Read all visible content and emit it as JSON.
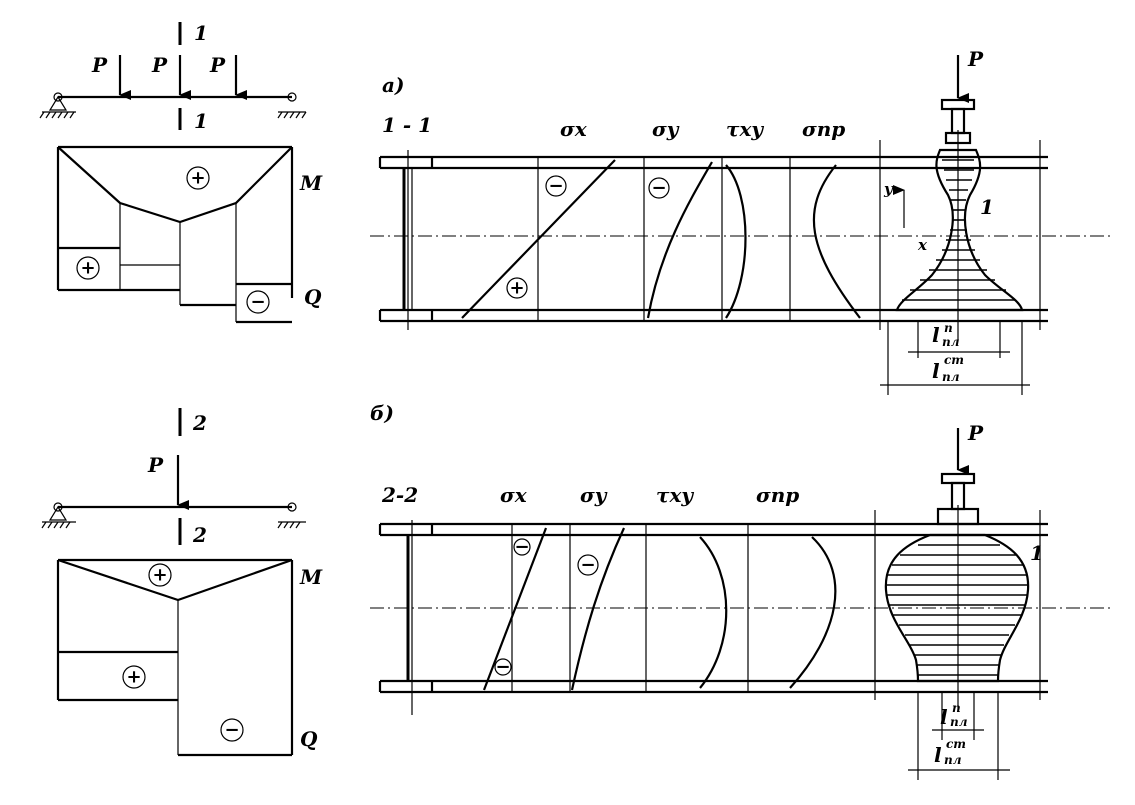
{
  "figure": {
    "variant_a": "а)",
    "variant_b": "б)"
  },
  "beam_a": {
    "section_mark": "1",
    "loads": [
      "P",
      "P",
      "P"
    ],
    "moment_label": "M",
    "shear_label": "Q",
    "moment_sign": "+",
    "shear_sign_left": "+",
    "shear_sign_right": "−"
  },
  "beam_b": {
    "section_mark": "2",
    "load": "P",
    "moment_label": "M",
    "shear_label": "Q",
    "moment_sign": "+",
    "shear_sign_left": "+",
    "shear_sign_right": "−"
  },
  "section_a": {
    "title": "1 - 1",
    "sigma_x": "σx",
    "sigma_y": "σy",
    "tau_xy": "τxy",
    "sigma_pr": "σпр",
    "load": "P",
    "zone_label": "1",
    "axis_y": "y",
    "axis_x": "x",
    "dim_l_pl_n_sub": "пл",
    "dim_l_pl_n_sup": "п",
    "dim_l_pl_st_sub": "пл",
    "dim_l_pl_st_sup": "ст",
    "dim_l": "l",
    "sign_sx_top": "−",
    "sign_sx_bottom": "+",
    "sign_sy": "−"
  },
  "section_b": {
    "title": "2-2",
    "sigma_x": "σx",
    "sigma_y": "σy",
    "tau_xy": "τxy",
    "sigma_pr": "σпр",
    "load": "P",
    "zone_label": "1",
    "dim_l": "l",
    "dim_l_pl_n_sub": "пл",
    "dim_l_pl_n_sup": "п",
    "dim_l_pl_st_sub": "пл",
    "dim_l_pl_st_sup": "ст",
    "sign_sx_top": "−",
    "sign_sx_bottom": "−",
    "sign_sy": "−"
  }
}
